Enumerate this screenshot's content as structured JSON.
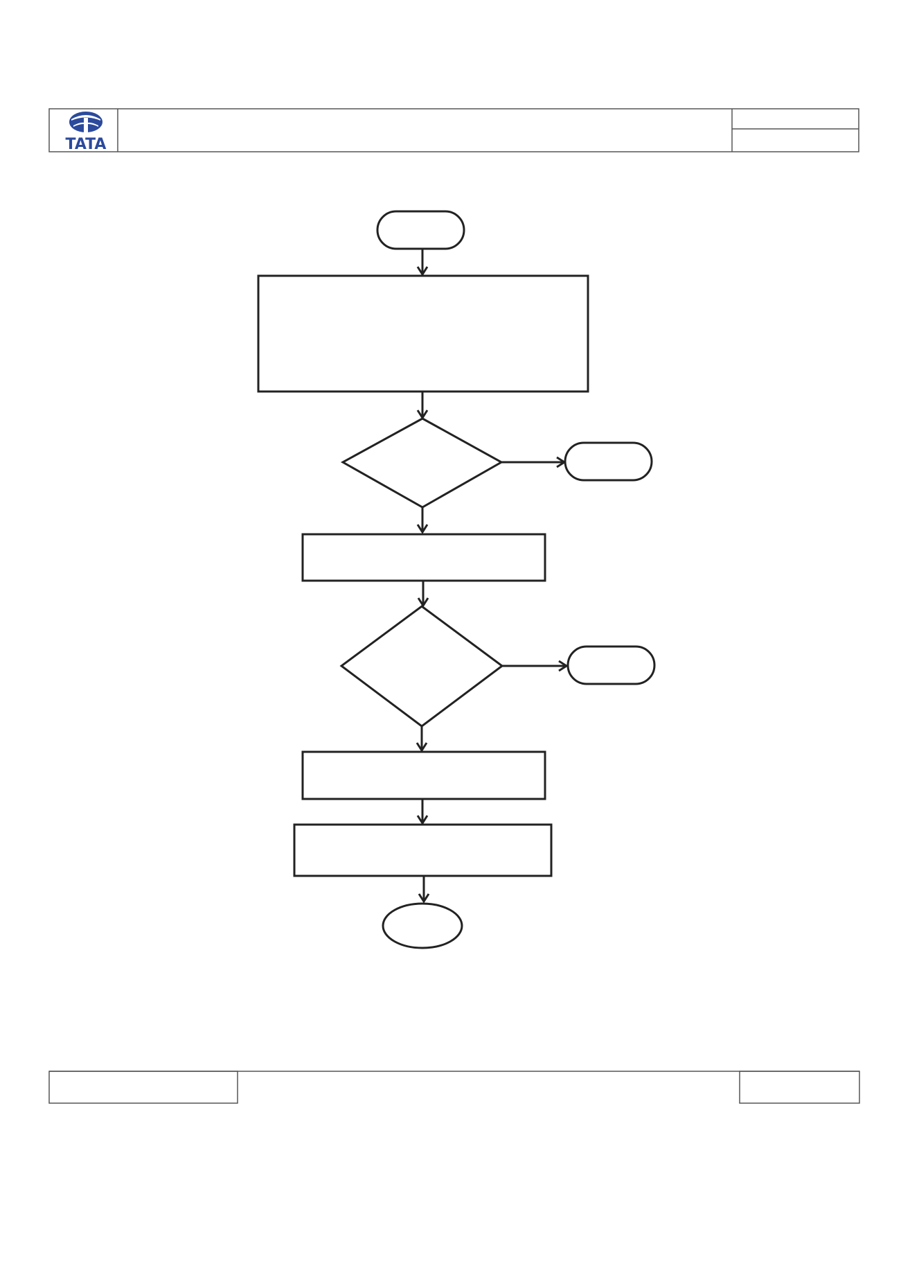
{
  "header": {
    "logo": {
      "text": "TATA",
      "color": "#2b4a9c",
      "icon": "tata-logo"
    },
    "title": "",
    "doc_ref": "",
    "revision": ""
  },
  "flowchart": {
    "nodes": [
      {
        "id": "start",
        "shape": "terminal",
        "text": ""
      },
      {
        "id": "step-1",
        "shape": "process",
        "text": ""
      },
      {
        "id": "decision-1",
        "shape": "decision",
        "text": ""
      },
      {
        "id": "exit-1",
        "shape": "terminal",
        "text": ""
      },
      {
        "id": "step-2",
        "shape": "process",
        "text": ""
      },
      {
        "id": "decision-2",
        "shape": "decision",
        "text": ""
      },
      {
        "id": "exit-2",
        "shape": "terminal",
        "text": ""
      },
      {
        "id": "step-3",
        "shape": "process",
        "text": ""
      },
      {
        "id": "step-4",
        "shape": "process",
        "text": ""
      },
      {
        "id": "end",
        "shape": "terminal-ellipse",
        "text": ""
      }
    ],
    "edges": [
      {
        "from": "start",
        "to": "step-1"
      },
      {
        "from": "step-1",
        "to": "decision-1"
      },
      {
        "from": "decision-1",
        "to": "exit-1"
      },
      {
        "from": "decision-1",
        "to": "step-2"
      },
      {
        "from": "step-2",
        "to": "decision-2"
      },
      {
        "from": "decision-2",
        "to": "exit-2"
      },
      {
        "from": "decision-2",
        "to": "step-3"
      },
      {
        "from": "step-3",
        "to": "step-4"
      },
      {
        "from": "step-4",
        "to": "end"
      }
    ]
  },
  "footer": {
    "left_cell": "",
    "center_cell": "",
    "right_cell": ""
  }
}
